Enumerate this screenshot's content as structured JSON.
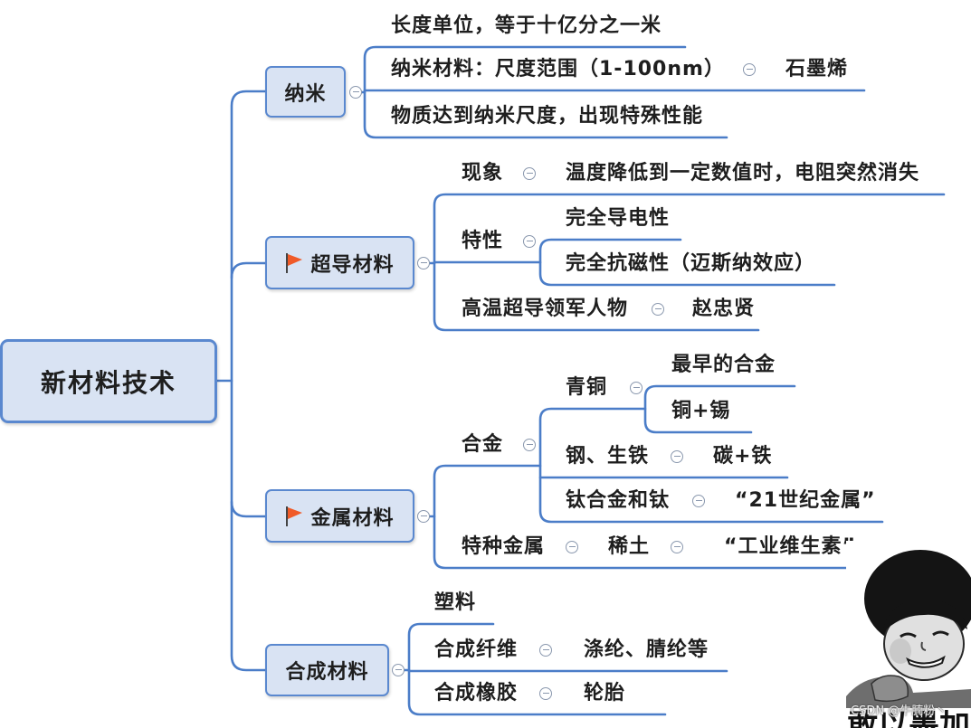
{
  "colors": {
    "line": "#4b7dc8",
    "node_fill": "#d9e3f3",
    "node_border": "#5a88cf",
    "flag": "#f05a28",
    "toggle": "#8a98ae",
    "text": "#1e1e1e"
  },
  "mindmap": {
    "root": "新材料技术",
    "branches": [
      {
        "label": "纳米",
        "items": [
          {
            "label": "长度单位，等于十亿分之一米"
          },
          {
            "label": "纳米材料：尺度范围（1-100nm）",
            "child": "石墨烯"
          },
          {
            "label": "物质达到纳米尺度，出现特殊性能"
          }
        ]
      },
      {
        "label": "超导材料",
        "marker": "flag-icon",
        "items": [
          {
            "label": "现象",
            "child": "温度降低到一定数值时，电阻突然消失"
          },
          {
            "label": "特性",
            "children": [
              "完全导电性",
              "完全抗磁性（迈斯纳效应）"
            ]
          },
          {
            "label": "高温超导领军人物",
            "child": "赵忠贤"
          }
        ]
      },
      {
        "label": "金属材料",
        "marker": "flag-icon",
        "items": [
          {
            "label": "合金",
            "children": [
              {
                "label": "青铜",
                "children": [
                  "最早的合金",
                  "铜+锡"
                ]
              },
              {
                "label": "钢、生铁",
                "child": "碳+铁"
              },
              {
                "label": "钛合金和钛",
                "child": "“21世纪金属”"
              }
            ]
          },
          {
            "label": "特种金属",
            "child": {
              "label": "稀土",
              "child": "“工业维生素”"
            }
          }
        ]
      },
      {
        "label": "合成材料",
        "items": [
          {
            "label": "塑料"
          },
          {
            "label": "合成纤维",
            "child": "涤纶、腈纶等"
          },
          {
            "label": "合成橡胶",
            "child": "轮胎"
          }
        ]
      }
    ]
  },
  "meme": {
    "caption": "敢以墨加"
  },
  "watermark": "CSDN @牛腩粉丶"
}
